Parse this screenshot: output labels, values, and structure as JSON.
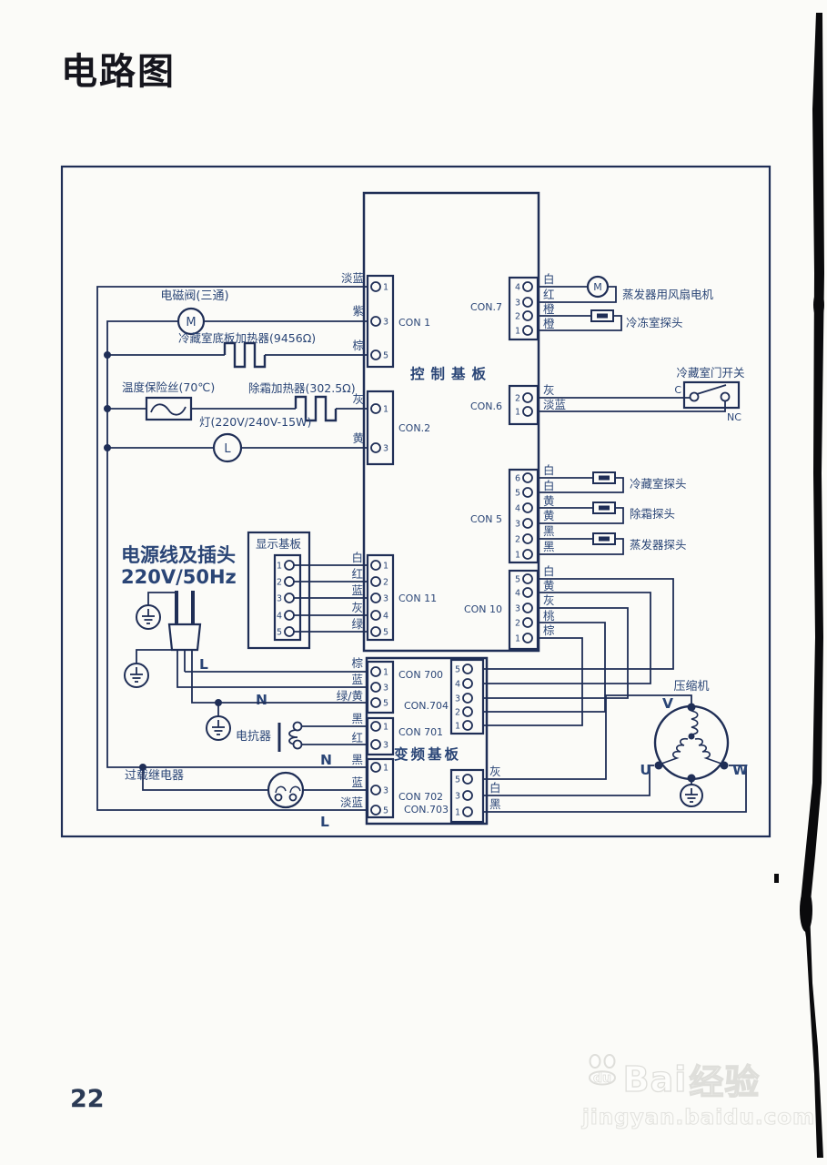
{
  "page": {
    "title": "电路图",
    "number": "22"
  },
  "watermark": {
    "brand": "Bai",
    "du": "du",
    "brand_cn": "经验",
    "url": "jingyan.baidu.com"
  },
  "boards": {
    "control": "控制基板",
    "display": "显示基板",
    "inverter": "变频基板"
  },
  "power_cord": {
    "line1": "电源线及插头",
    "line2": "220V/50Hz"
  },
  "nets": {
    "l_plug": "L",
    "n_plug": "N",
    "n_relay": "N",
    "l_bottom": "L"
  },
  "components": {
    "solenoid_valve": {
      "label": "电磁阀(三通)",
      "symbol": "M"
    },
    "floor_heater": {
      "label": "冷藏室底板加热器(9456Ω)"
    },
    "thermal_fuse": {
      "label": "温度保险丝(70℃)"
    },
    "defrost_heater": {
      "label": "除霜加热器(302.5Ω)"
    },
    "lamp": {
      "label": "灯(220V/240V-15W)",
      "symbol": "L"
    },
    "fan_motor": {
      "label": "蒸发器用风扇电机",
      "symbol": "M"
    },
    "freezer_probe": {
      "label": "冷冻室探头"
    },
    "door_switch": {
      "label": "冷藏室门开关",
      "terminal_c": "C",
      "terminal_nc": "NC"
    },
    "fridge_probe": {
      "label": "冷藏室探头"
    },
    "defrost_probe": {
      "label": "除霜探头"
    },
    "evaporator_probe": {
      "label": "蒸发器探头"
    },
    "reactor": {
      "label": "电抗器"
    },
    "overload_relay": {
      "label": "过载继电器"
    },
    "compressor": {
      "label": "压缩机",
      "terminal_u": "U",
      "terminal_v": "V",
      "terminal_w": "W"
    }
  },
  "connectors": {
    "con1": {
      "label": "CON 1",
      "pins": [
        "1",
        "3",
        "5"
      ],
      "wires": [
        "淡蓝",
        "紫",
        "棕"
      ]
    },
    "con2": {
      "label": "CON.2",
      "pins": [
        "1",
        "3"
      ],
      "wires": [
        "灰",
        "黄"
      ]
    },
    "con7": {
      "label": "CON.7",
      "pins": [
        "4",
        "3",
        "2",
        "1"
      ],
      "wires": [
        "白",
        "红",
        "橙",
        "橙"
      ]
    },
    "con6": {
      "label": "CON.6",
      "pins": [
        "2",
        "1"
      ],
      "wires": [
        "灰",
        "淡蓝"
      ]
    },
    "con5": {
      "label": "CON 5",
      "pins": [
        "6",
        "5",
        "4",
        "3",
        "2",
        "1"
      ],
      "wires": [
        "白",
        "白",
        "黄",
        "黄",
        "黑",
        "黑"
      ]
    },
    "con10": {
      "label": "CON 10",
      "pins": [
        "5",
        "4",
        "3",
        "2",
        "1"
      ],
      "wires": [
        "白",
        "黄",
        "灰",
        "桃",
        "棕"
      ]
    },
    "con11": {
      "label": "CON 11",
      "pins": [
        "1",
        "2",
        "3",
        "4",
        "5"
      ],
      "wires": [
        "白",
        "红",
        "蓝",
        "灰",
        "绿"
      ]
    },
    "con700": {
      "label": "CON 700",
      "pins": [
        "1",
        "3",
        "5"
      ],
      "wires": [
        "棕",
        "蓝",
        "绿/黄"
      ]
    },
    "con701": {
      "label": "CON 701",
      "pins": [
        "1",
        "3"
      ],
      "wires": [
        "黑",
        "红"
      ]
    },
    "con702": {
      "label": "CON 702",
      "pins": [
        "1",
        "3",
        "5"
      ],
      "wires": [
        "黑",
        "蓝",
        "淡蓝"
      ]
    },
    "con703": {
      "label": "CON.703",
      "pins": [
        "5",
        "3",
        "1"
      ],
      "wires": [
        "灰",
        "白",
        "黑"
      ]
    },
    "con704": {
      "label": "CON.704",
      "pins": [
        "5",
        "4",
        "3",
        "2",
        "1"
      ]
    },
    "display_conn": {
      "pins": [
        "1",
        "2",
        "3",
        "4",
        "5"
      ]
    }
  }
}
